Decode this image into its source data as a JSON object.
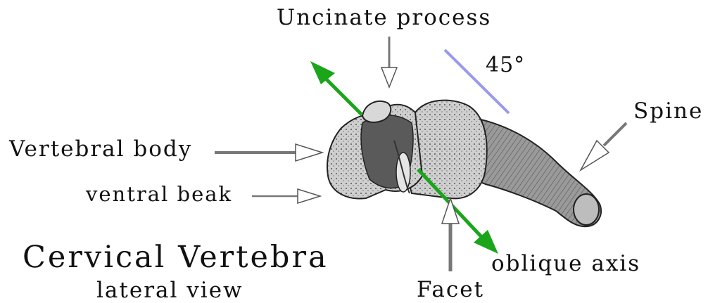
{
  "labels": {
    "uncinate_process": "Uncinate process",
    "angle": "45°",
    "spine": "Spine",
    "vertebral_body": "Vertebral body",
    "ventral_beak": "ventral beak",
    "oblique_axis": "oblique axis",
    "facet": "Facet"
  },
  "title": "Cervical Vertebra",
  "subtitle": "lateral view",
  "colors": {
    "axis_arrow": "#1aa51a",
    "angle_line": "#9999ee",
    "pointer_line": "#777777",
    "bone_fill": "#8a8a8a",
    "bone_dark": "#3a3a3a",
    "text": "#111111"
  }
}
